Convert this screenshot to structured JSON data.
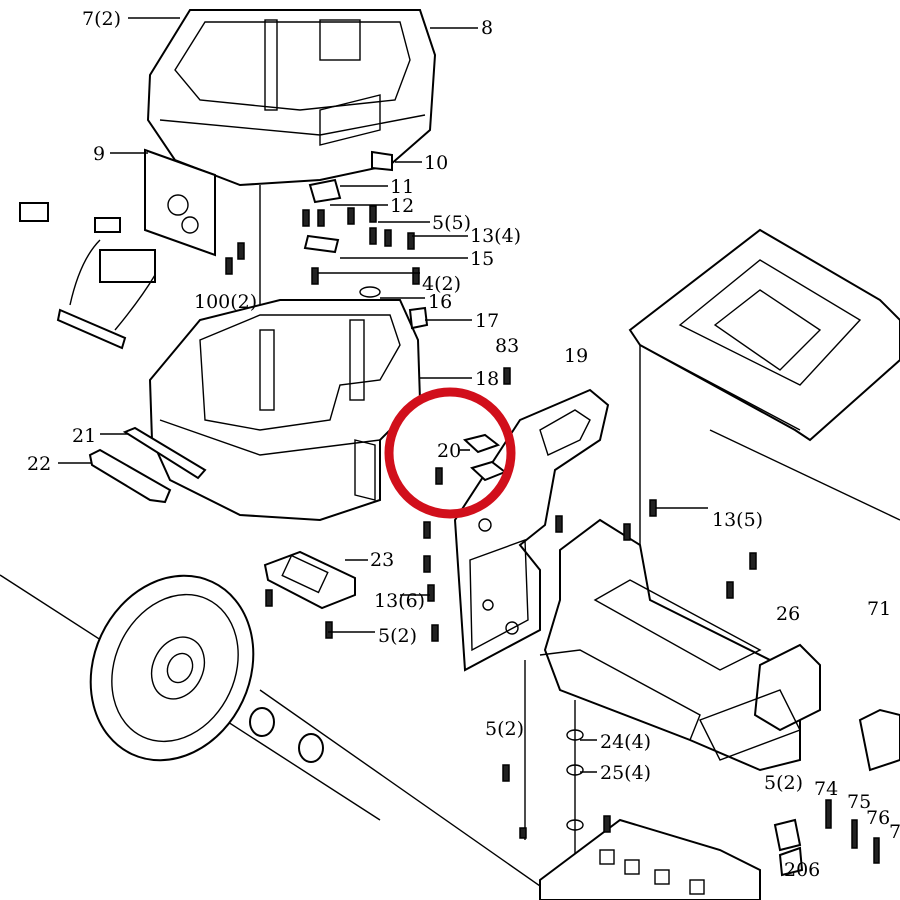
{
  "diagram": {
    "highlight_color": "#d10f1b",
    "labels": {
      "l7": "7(2)",
      "l8": "8",
      "l9": "9",
      "l10": "10",
      "l11": "11",
      "l12": "12",
      "l5a": "5(5)",
      "l13a": "13(4)",
      "l15": "15",
      "l4": "4(2)",
      "l100": "100(2)",
      "l16": "16",
      "l17": "17",
      "l83": "83",
      "l19": "19",
      "l18": "18",
      "l21": "21",
      "l22": "22",
      "l20": "20",
      "l13b": "13(5)",
      "l71": "71",
      "l23": "23",
      "l13c": "13(6)",
      "l5b": "5(2)",
      "l26": "26",
      "l5c": "5(2)",
      "l24": "24(4)",
      "l25": "25(4)",
      "l5d": "5(2)",
      "l74": "74",
      "l75": "75",
      "l76": "76",
      "l7b": "7",
      "l206": "206"
    }
  }
}
